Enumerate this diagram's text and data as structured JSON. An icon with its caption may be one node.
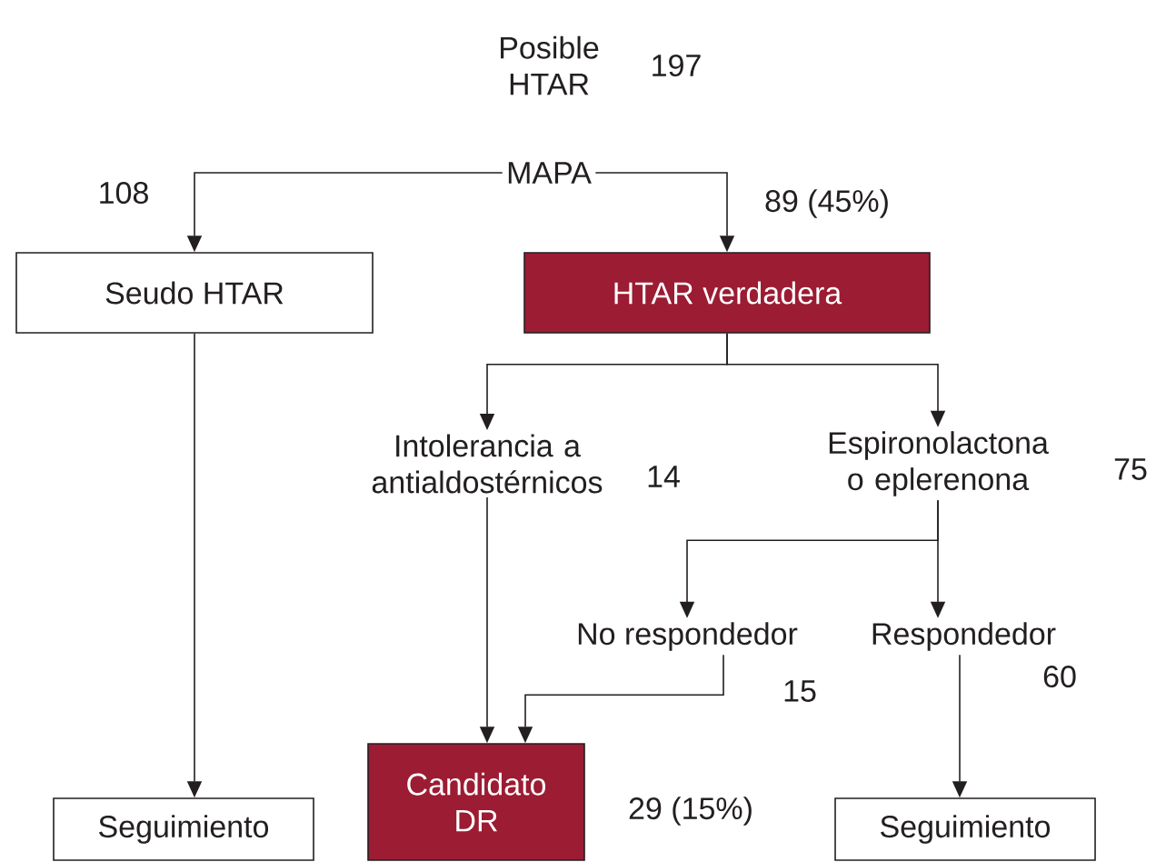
{
  "diagram": {
    "nodes": [
      {
        "text": [
          "Posible HTAR"
        ],
        "beside": [
          "197"
        ]
      },
      {
        "text": [
          "MAPA"
        ]
      },
      {
        "text": [
          "Seudo HTAR"
        ]
      },
      {
        "text": [
          "HTAR verdadera"
        ]
      },
      {
        "text": [
          "Intolerancia a antialdostérnicos"
        ],
        "beside": [
          "14"
        ]
      },
      {
        "text": [
          "Espironolactona o eplerenona"
        ],
        "beside": [
          "75"
        ]
      },
      {
        "text": [
          "No respondedor"
        ],
        "beside": [
          "15"
        ]
      },
      {
        "text": [
          "Respondedor"
        ],
        "beside": [
          "60"
        ]
      },
      {
        "text": [
          "Candidato DR"
        ],
        "beside": [
          "29 (15%)"
        ]
      },
      {
        "text": [
          "Seguimiento"
        ]
      },
      {
        "text": [
          "Seguimiento"
        ]
      }
    ],
    "edges": [
      {
        "from": 1,
        "to": 2,
        "arrow": "to",
        "label": "108"
      },
      {
        "from": 1,
        "to": 3,
        "arrow": "to",
        "label": "89 (45%)"
      },
      {
        "from": 3,
        "to": 4,
        "arrow": "to"
      },
      {
        "from": 3,
        "to": 5,
        "arrow": "to"
      },
      {
        "from": 5,
        "to": 6,
        "arrow": "to"
      },
      {
        "from": 5,
        "to": 7,
        "arrow": "to"
      },
      {
        "from": 4,
        "to": 8,
        "arrow": "to"
      },
      {
        "from": 6,
        "to": 8,
        "arrow": "to"
      },
      {
        "from": 7,
        "to": 10,
        "arrow": "to"
      },
      {
        "from": 2,
        "to": 9,
        "arrow": "to"
      }
    ]
  }
}
